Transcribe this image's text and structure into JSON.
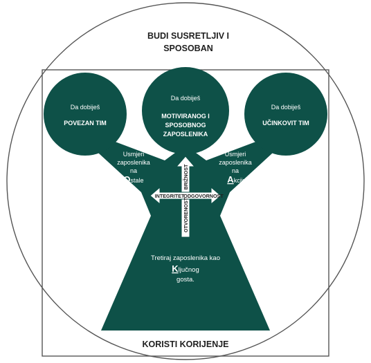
{
  "colors": {
    "primary": "#0e5148",
    "outline": "#555555",
    "text_dark": "#1f1f1f",
    "text_light": "#ffffff"
  },
  "top_title": {
    "line1": "BUDI SUSRETLJIV I",
    "line2": "SPOSOBAN"
  },
  "bottom_title": "KORISTI KORIJENJE",
  "circles": {
    "left": {
      "small": "Da dobiješ",
      "lines": [
        "POVEZAN TIM"
      ]
    },
    "center": {
      "small": "Da dobiješ",
      "lines": [
        "MOTIVIRANOG I",
        "SPOSOBNOG",
        "ZAPOSLENIKA"
      ]
    },
    "right": {
      "small": "Da dobiješ",
      "lines": [
        "UČINKOVIT TIM"
      ]
    }
  },
  "branch_left": {
    "lines": [
      "Usmjeri",
      "zaposlenika",
      "na"
    ],
    "initial": "O",
    "rest": "stale"
  },
  "branch_right": {
    "lines": [
      "Usmjeri",
      "zaposlenika",
      "na"
    ],
    "initial": "A",
    "rest": "kciju"
  },
  "root_text": {
    "line1": "Tretiraj zaposlenika kao",
    "initial": "K",
    "rest": "ljučnog",
    "line3": "gosta."
  },
  "arrows": {
    "up": "BRIŽNOST",
    "down": "OTVORENOST",
    "left": "INTEGRITET",
    "right": "ODGOVORNOST"
  }
}
